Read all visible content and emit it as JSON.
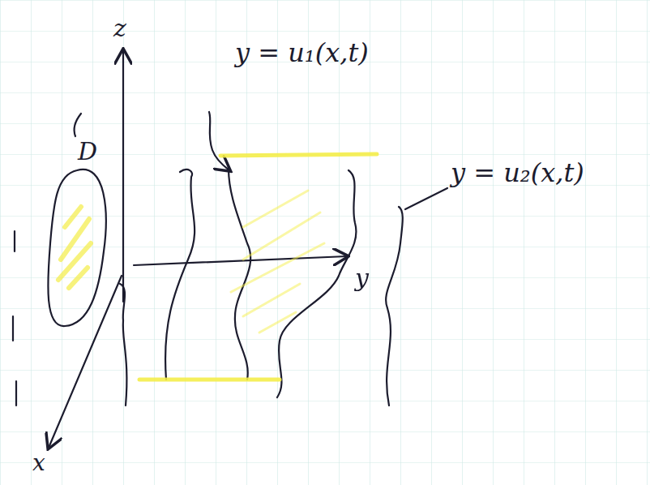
{
  "diagram": {
    "labels": [
      "z",
      "y = u₁(x,t)",
      "y = u₂(x,t)",
      "D",
      "y",
      "x"
    ]
  }
}
